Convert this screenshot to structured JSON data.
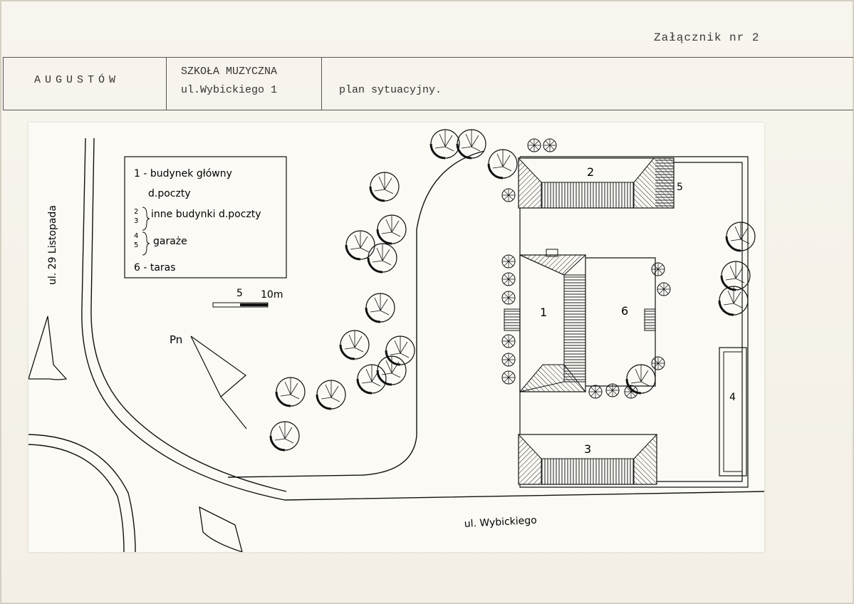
{
  "header": {
    "attachment_label": "Załącznik nr 2",
    "city": "AUGUSTÓW",
    "school_name": "SZKOŁA MUZYCZNA",
    "school_address": "ul.Wybickiego 1",
    "document_type": "plan sytuacyjny."
  },
  "legend": {
    "line1": "1 - budynek główny",
    "line2": "d.poczty",
    "line3_nums": [
      "2",
      "3"
    ],
    "line3_text": "inne budynki d.poczty",
    "line4_nums": [
      "4",
      "5"
    ],
    "line4_text": "garaże",
    "line5": "6 - taras"
  },
  "scale": {
    "label_mid": "5",
    "label_end": "10m"
  },
  "north": {
    "label": "Pn"
  },
  "streets": {
    "left": "ul. 29 Listopada",
    "bottom": "ul. Wybickiego"
  },
  "building_numbers": [
    "1",
    "2",
    "3",
    "4",
    "5",
    "6"
  ]
}
